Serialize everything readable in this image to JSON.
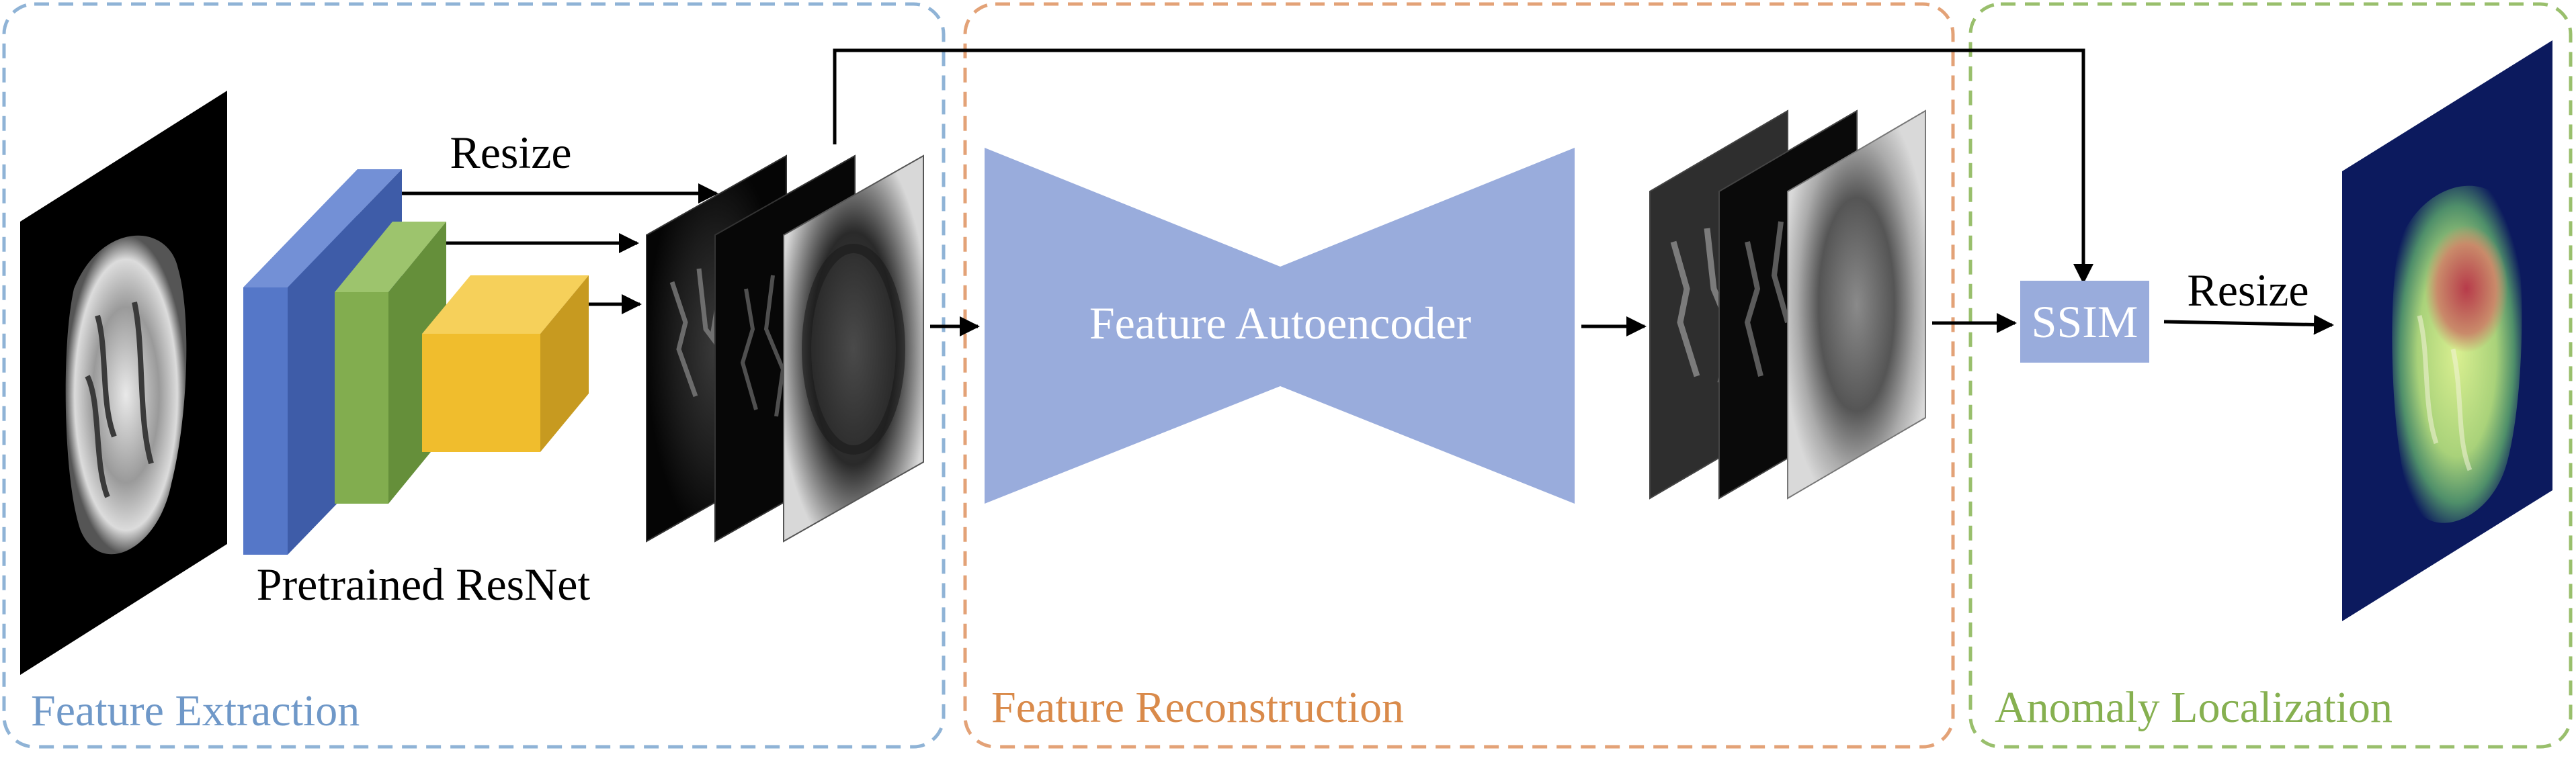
{
  "sections": {
    "extraction": {
      "label": "Feature Extraction",
      "color": "#8fb3d6"
    },
    "reconstruction": {
      "label": "Feature Reconstruction",
      "color": "#e3a277"
    },
    "localization": {
      "label": "Anomaly Localization",
      "color": "#99bf6c"
    }
  },
  "label_colors": {
    "extraction": "#6f98c8",
    "reconstruction": "#d98a4a",
    "localization": "#86b050"
  },
  "labels": {
    "resize_top": "Resize",
    "backbone": "Pretrained ResNet",
    "autoencoder": "Feature Autoencoder",
    "ssim": "SSIM",
    "resize_right": "Resize"
  },
  "colors": {
    "ae_fill": "#99acdc",
    "ssim_fill": "#99acdc",
    "block_blue": "#5577c8",
    "block_green": "#82ad4f",
    "block_yellow": "#f0bd2d",
    "heatmap_bg": "#0c1a5e"
  }
}
